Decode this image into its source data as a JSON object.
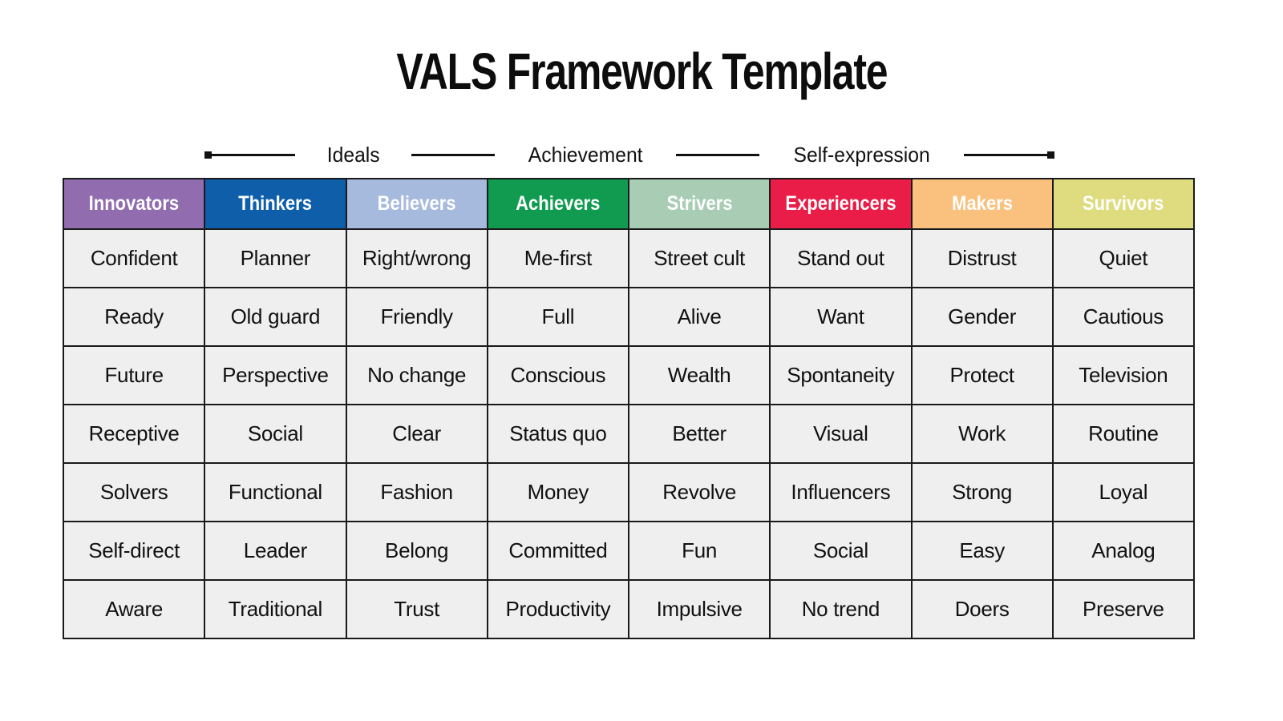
{
  "title": "VALS Framework Template",
  "axis": {
    "labels": [
      "Ideals",
      "Achievement",
      "Self-expression"
    ]
  },
  "table": {
    "header_text_color": "#ffffff",
    "cell_background": "#efefef",
    "border_color": "#1a1a1a",
    "columns": [
      {
        "label": "Innovators",
        "color": "#916cae"
      },
      {
        "label": "Thinkers",
        "color": "#0e5ea9"
      },
      {
        "label": "Believers",
        "color": "#a6badd"
      },
      {
        "label": "Achievers",
        "color": "#109b50"
      },
      {
        "label": "Strivers",
        "color": "#a8ccb4"
      },
      {
        "label": "Experiencers",
        "color": "#e91d47"
      },
      {
        "label": "Makers",
        "color": "#fac17e"
      },
      {
        "label": "Survivors",
        "color": "#dedc7f"
      }
    ],
    "rows": [
      [
        "Confident",
        "Planner",
        "Right/wrong",
        "Me-first",
        "Street cult",
        "Stand out",
        "Distrust",
        "Quiet"
      ],
      [
        "Ready",
        "Old guard",
        "Friendly",
        "Full",
        "Alive",
        "Want",
        "Gender",
        "Cautious"
      ],
      [
        "Future",
        "Perspective",
        "No change",
        "Conscious",
        "Wealth",
        "Spontaneity",
        "Protect",
        "Television"
      ],
      [
        "Receptive",
        "Social",
        "Clear",
        "Status quo",
        "Better",
        "Visual",
        "Work",
        "Routine"
      ],
      [
        "Solvers",
        "Functional",
        "Fashion",
        "Money",
        "Revolve",
        "Influencers",
        "Strong",
        "Loyal"
      ],
      [
        "Self-direct",
        "Leader",
        "Belong",
        "Committed",
        "Fun",
        "Social",
        "Easy",
        "Analog"
      ],
      [
        "Aware",
        "Traditional",
        "Trust",
        "Productivity",
        "Impulsive",
        "No trend",
        "Doers",
        "Preserve"
      ]
    ]
  }
}
